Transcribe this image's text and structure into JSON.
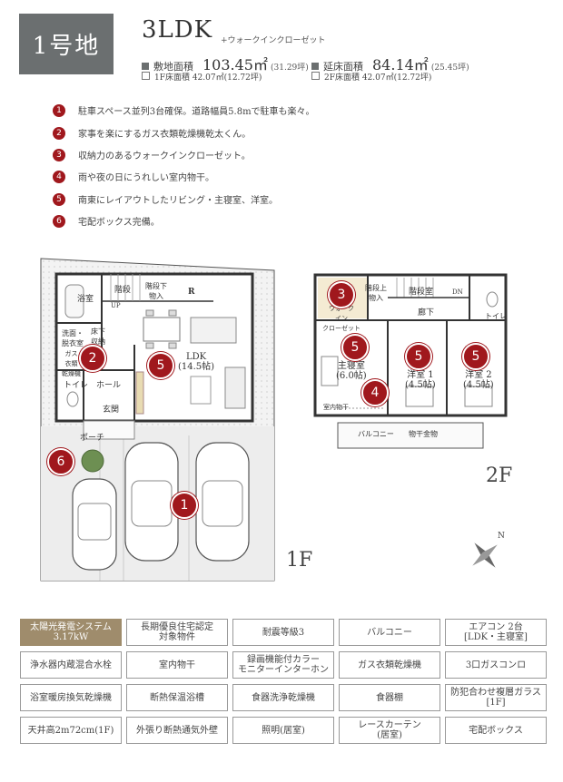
{
  "header": {
    "lot": "1号地",
    "plan": "3LDK",
    "plan_extra": "+ウォークインクローゼット",
    "site_area_label": "敷地面積",
    "site_area_value": "103.45㎡",
    "site_area_tsubo": "(31.29坪)",
    "floor_area_label": "延床面積",
    "floor_area_value": "84.14㎡",
    "floor_area_tsubo": "(25.45坪)",
    "f1_area": "1F床面積 42.07㎡(12.72坪)",
    "f2_area": "2F床面積 42.07㎡(12.72坪)"
  },
  "features": [
    {
      "num": "1",
      "text": "駐車スペース並列3台確保。道路幅員5.8mで駐車も楽々。"
    },
    {
      "num": "2",
      "text": "家事を楽にするガス衣類乾燥機乾太くん。"
    },
    {
      "num": "3",
      "text": "収納力のあるウォークインクローゼット。"
    },
    {
      "num": "4",
      "text": "雨や夜の日にうれしい室内物干。"
    },
    {
      "num": "5",
      "text": "南東にレイアウトしたリビング・主寝室、洋室。"
    },
    {
      "num": "6",
      "text": "宅配ボックス完備。"
    }
  ],
  "floor1": {
    "label": "1F",
    "rooms": {
      "bath": "浴室",
      "stairs": "階段",
      "under_stairs": "階段下\n物入",
      "fridge": "R",
      "up": "UP",
      "washroom": "洗面・\n脱衣室",
      "storage": "床下\n収納",
      "dryer": "ガス\n衣類\n乾燥機",
      "toilet": "トイレ",
      "hall": "ホール",
      "entrance": "玄関",
      "porch": "ポーチ",
      "ldk": "LDK\n(14.5帖)"
    }
  },
  "floor2": {
    "label": "2F",
    "rooms": {
      "wic": "ウォーク\nイン\nクローゼット",
      "under_stairs": "階段上\n物入",
      "stair_room": "階段室",
      "dn": "DN",
      "toilet": "トイレ",
      "corridor": "廊下",
      "master": "主寝室\n(6.0帖)",
      "western1": "洋室 1\n(4.5帖)",
      "western2": "洋室 2\n(4.5帖)",
      "indoor_dry": "室内物干",
      "balcony": "バルコニー",
      "dry_rack": "物干金物"
    }
  },
  "compass": "N",
  "options": [
    {
      "label": "太陽光発電システム\n3.17kW",
      "highlight": true
    },
    {
      "label": "長期優良住宅認定\n対象物件",
      "highlight": false
    },
    {
      "label": "耐震等級3",
      "highlight": false
    },
    {
      "label": "バルコニー",
      "highlight": false
    },
    {
      "label": "エアコン 2台\n[LDK・主寝室]",
      "highlight": false
    },
    {
      "label": "浄水器内蔵混合水栓",
      "highlight": false
    },
    {
      "label": "室内物干",
      "highlight": false
    },
    {
      "label": "録画機能付カラー\nモニターインターホン",
      "highlight": false
    },
    {
      "label": "ガス衣類乾燥機",
      "highlight": false
    },
    {
      "label": "3口ガスコンロ",
      "highlight": false
    },
    {
      "label": "浴室暖房換気乾燥機",
      "highlight": false
    },
    {
      "label": "断熱保温浴槽",
      "highlight": false
    },
    {
      "label": "食器洗浄乾燥機",
      "highlight": false
    },
    {
      "label": "食器棚",
      "highlight": false
    },
    {
      "label": "防犯合わせ複層ガラス\n[1F]",
      "highlight": false
    },
    {
      "label": "天井高2m72cm(1F)",
      "highlight": false
    },
    {
      "label": "外張り断熱通気外壁",
      "highlight": false
    },
    {
      "label": "照明(居室)",
      "highlight": false
    },
    {
      "label": "レースカーテン\n(居室)",
      "highlight": false
    },
    {
      "label": "宅配ボックス",
      "highlight": false
    }
  ]
}
